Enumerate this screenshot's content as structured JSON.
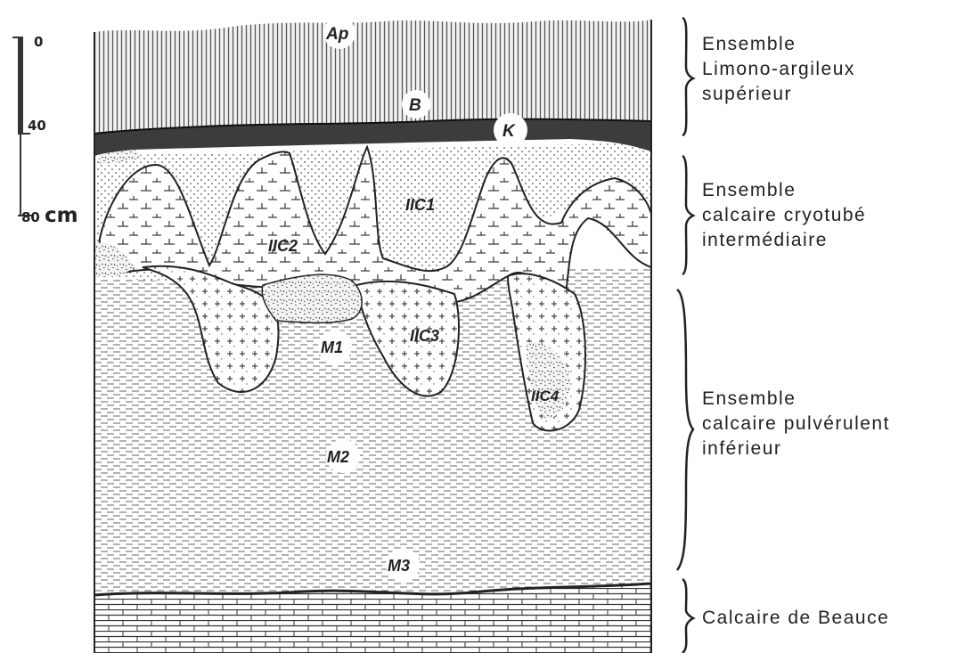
{
  "scale": {
    "tick_0": "0",
    "tick_40": "40",
    "tick_80": "80",
    "unit": "cm"
  },
  "horizons": {
    "ap": "Ap",
    "b": "B",
    "k": "K",
    "iic1": "IIC1",
    "iic2": "IIC2",
    "iic3": "IIC3",
    "iic4": "IIC4",
    "m1": "M1",
    "m2": "M2",
    "m3": "M3"
  },
  "groups": {
    "upper": [
      "Ensemble",
      "Limono-argileux",
      "supérieur"
    ],
    "middle": [
      "Ensemble",
      "calcaire cryotubé",
      "intermédiaire"
    ],
    "lower": [
      "Ensemble",
      "calcaire pulvérulent",
      "inférieur"
    ],
    "bedrock": [
      "Calcaire de Beauce"
    ]
  }
}
